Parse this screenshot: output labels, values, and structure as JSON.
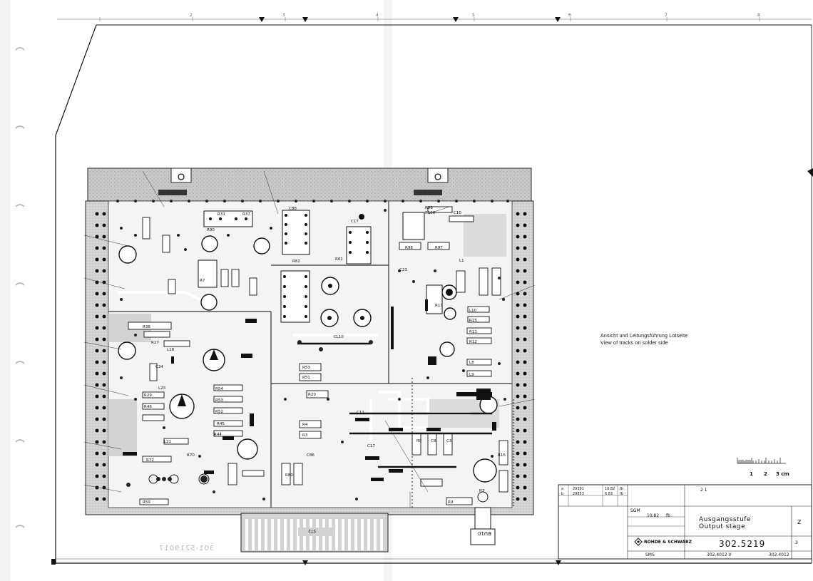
{
  "drawing": {
    "note_de": "Ansicht und Leitungsführung Lotseite",
    "note_en": "View of tracks on solder side",
    "scale_labels": [
      "1",
      "2",
      "3 cm"
    ],
    "mirror_text": "301-5219017",
    "connector_label": "ST2",
    "jack_label": "BU10"
  },
  "border_numbers": [
    "2",
    "3",
    "4",
    "5",
    "6",
    "7",
    "8"
  ],
  "title_block": {
    "revisions": [
      {
        "idx": "a",
        "num": "29391",
        "date": "10.82",
        "sign": "fb"
      },
      {
        "idx": "b",
        "num": "29853",
        "date": "6.83",
        "sign": "fb"
      }
    ],
    "sheet": "2  1",
    "checked": "SGM",
    "drawn_date": "10.82",
    "drawn_sign": "fb",
    "title_de": "Ausgangsstufe",
    "title_en": "Output stage",
    "company": "ROHDE & SCHWARZ",
    "drawing_number": "302.5219",
    "sub_number": "302.4012 V",
    "ref_number": "302.4012",
    "origin": "SMS",
    "format": "Z",
    "sheet_count": "3"
  }
}
